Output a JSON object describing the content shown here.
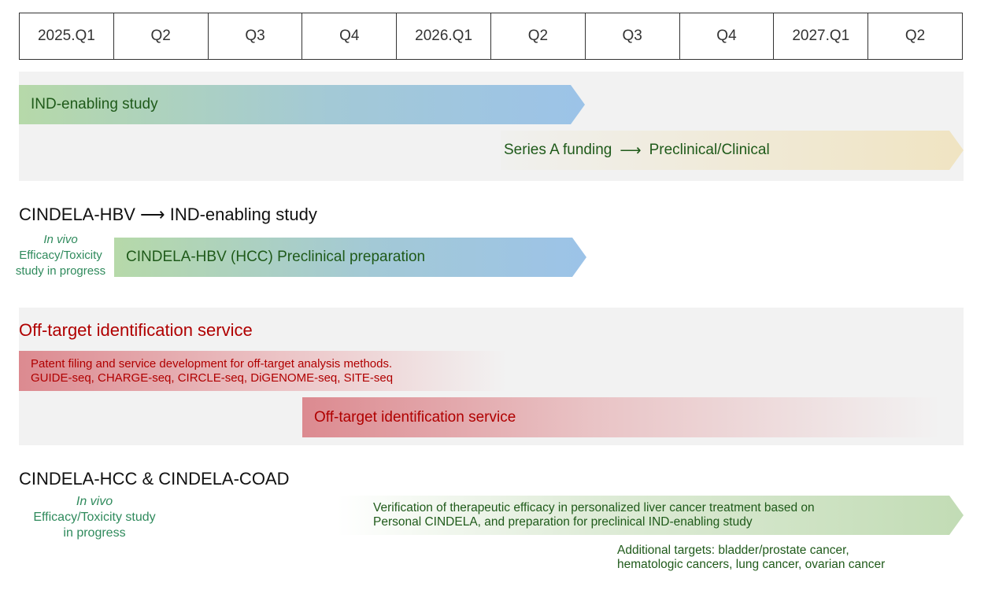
{
  "timeline": [
    "2025.Q1",
    "Q2",
    "Q3",
    "Q4",
    "2026.Q1",
    "Q2",
    "Q3",
    "Q4",
    "2027.Q1",
    "Q2"
  ],
  "section1": {
    "bar1": "IND-enabling study",
    "bar2_from": "Series A funding",
    "bar2_arrow": "⟶",
    "bar2_to": "Preclinical/Clinical"
  },
  "section2": {
    "heading_from": "CINDELA-HBV",
    "heading_arrow": "⟶",
    "heading_to": "IND-enabling study",
    "note_italic": "In vivo",
    "note_line2": "Efficacy/Toxicity",
    "note_line3": "study in progress",
    "bar": "CINDELA-HBV (HCC) Preclinical preparation"
  },
  "section3": {
    "heading": "Off-target identification service",
    "bar1_line1": "Patent filing and service development for off-target analysis methods.",
    "bar1_line2": "GUIDE-seq, CHARGE-seq, CIRCLE-seq, DiGENOME-seq, SITE-seq",
    "bar2": "Off-target identification service"
  },
  "section4": {
    "heading": "CINDELA-HCC & CINDELA-COAD",
    "note_italic": "In vivo",
    "note_line2": "Efficacy/Toxicity study",
    "note_line3": "in progress",
    "bar_line1": "Verification of therapeutic efficacy in personalized liver cancer treatment based on",
    "bar_line2": "Personal CINDELA, and preparation for preclinical IND-enabling study",
    "extra_line1": "Additional targets: bladder/prostate cancer,",
    "extra_line2": "hematologic cancers, lung cancer, ovarian cancer"
  },
  "colors": {
    "green_text": "#1f5a1a",
    "red_text": "#b00000",
    "note_text": "#2f8a5c",
    "panel": "#f2f2f2"
  }
}
